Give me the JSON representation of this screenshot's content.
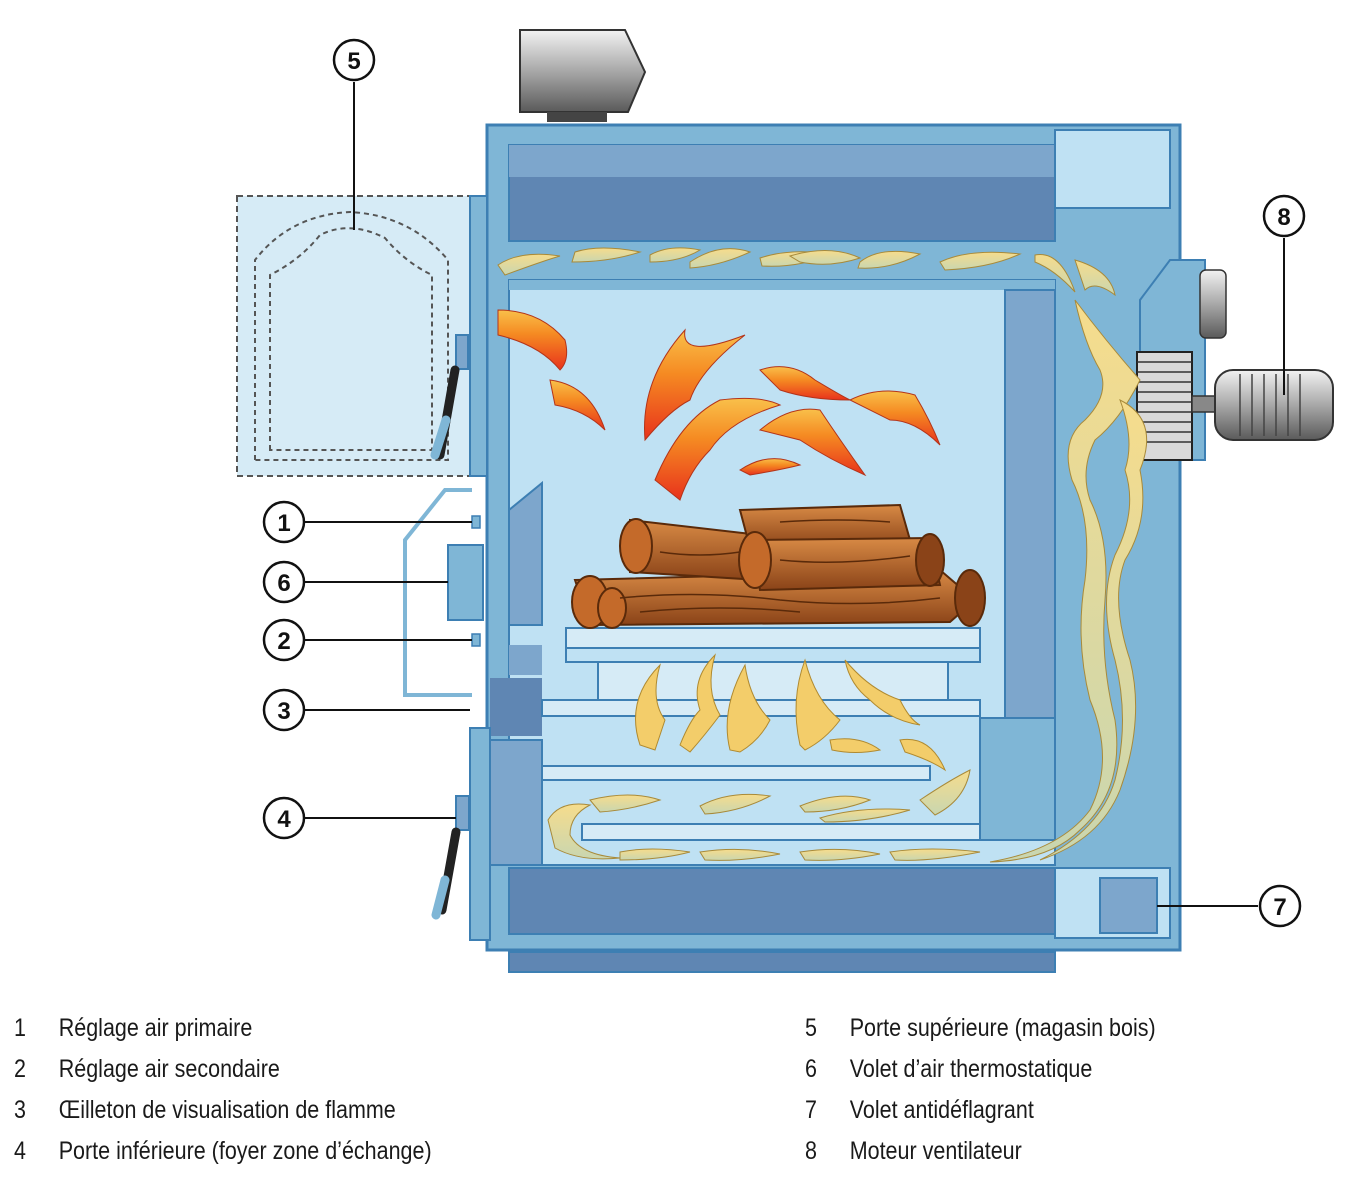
{
  "diagram": {
    "callouts": [
      {
        "num": "1"
      },
      {
        "num": "2"
      },
      {
        "num": "3"
      },
      {
        "num": "4"
      },
      {
        "num": "5"
      },
      {
        "num": "6"
      },
      {
        "num": "7"
      },
      {
        "num": "8"
      }
    ],
    "colors": {
      "boiler_outline": "#3d7fb3",
      "boiler_fill": "#7fb6d6",
      "chamber_fill": "#bfe1f3",
      "dark_panel": "#5f86b3",
      "flame_orange": "#f07a1e",
      "hot_gas_yellow": "#f3d27a",
      "wood_brown": "#b8642a"
    }
  },
  "legend": {
    "left": [
      {
        "num": "1",
        "label": "Réglage air primaire"
      },
      {
        "num": "2",
        "label": "Réglage air secondaire"
      },
      {
        "num": "3",
        "label": "Œilleton de visualisation de flamme"
      },
      {
        "num": "4",
        "label": "Porte inférieure (foyer zone d’échange)"
      }
    ],
    "right": [
      {
        "num": "5",
        "label": "Porte supérieure (magasin bois)"
      },
      {
        "num": "6",
        "label": "Volet d’air thermostatique"
      },
      {
        "num": "7",
        "label": "Volet antidéflagrant"
      },
      {
        "num": "8",
        "label": "Moteur ventilateur"
      }
    ]
  }
}
